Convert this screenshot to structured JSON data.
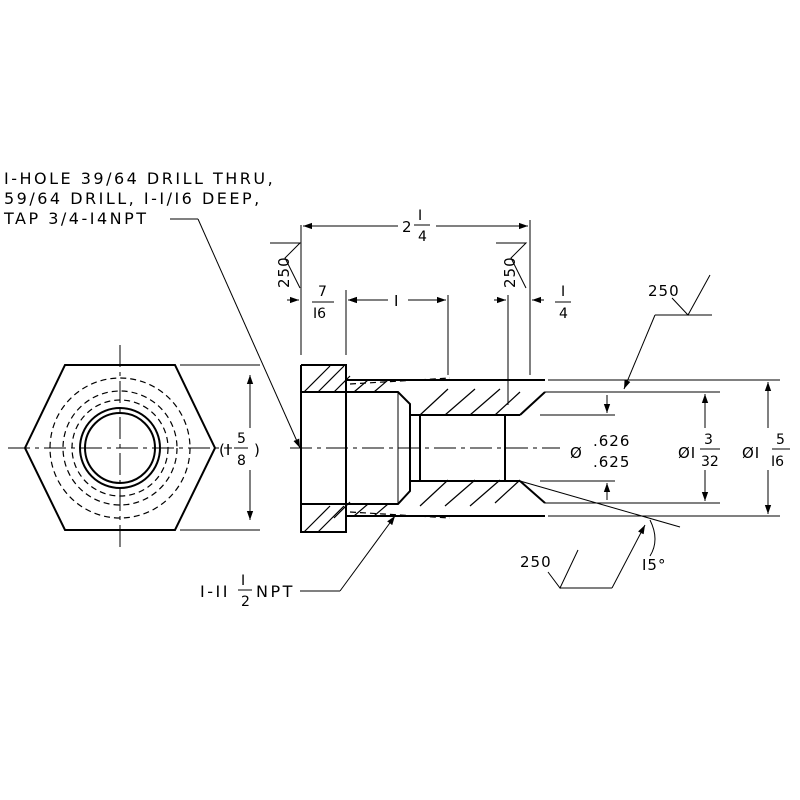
{
  "notes": {
    "drill_line1": "I-HOLE 39/64 DRILL THRU,",
    "drill_line2": "59/64 DRILL, I-I/I6 DEEP,",
    "drill_line3": "TAP 3/4-I4NPT",
    "npt_prefix": "I-II",
    "npt_frac_num": "I",
    "npt_frac_den": "2",
    "npt_suffix": "NPT"
  },
  "dimensions": {
    "overall_whole": "2",
    "overall_num": "I",
    "overall_den": "4",
    "flange_num": "7",
    "flange_den": "I6",
    "thread_len": "I",
    "end_num": "I",
    "end_den": "4",
    "hex_prefix": "(I",
    "hex_num": "5",
    "hex_den": "8",
    "hex_suffix": ")",
    "bore_sym": "Ø",
    "bore_upper": ".626",
    "bore_lower": ".625",
    "mid_prefix": "ØI",
    "mid_num": "3",
    "mid_den": "32",
    "od_prefix": "ØI",
    "od_num": "5",
    "od_den": "I6",
    "angle": "I5°"
  },
  "finish": {
    "left": "250",
    "mid": "250",
    "top_right": "250",
    "bottom": "250"
  }
}
